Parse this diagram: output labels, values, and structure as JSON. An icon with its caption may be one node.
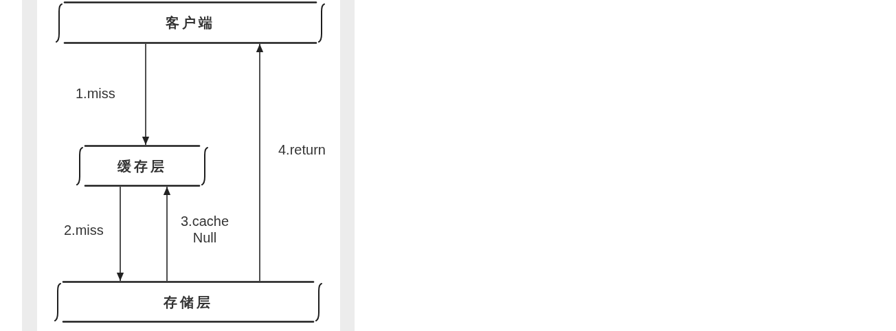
{
  "diagram": {
    "nodes": [
      {
        "text": [
          "客户端"
        ]
      },
      {
        "text": [
          "缓存层"
        ]
      },
      {
        "text": [
          "存储层"
        ]
      }
    ],
    "edges": [
      {
        "from": 0,
        "to": 1,
        "arrow": "to",
        "label": "1.miss"
      },
      {
        "from": 1,
        "to": 2,
        "arrow": "to",
        "label": "2.miss"
      },
      {
        "from": 2,
        "to": 1,
        "arrow": "to",
        "label": "3.cache Null"
      },
      {
        "from": 2,
        "to": 0,
        "arrow": "to",
        "label": "4.return"
      }
    ]
  }
}
